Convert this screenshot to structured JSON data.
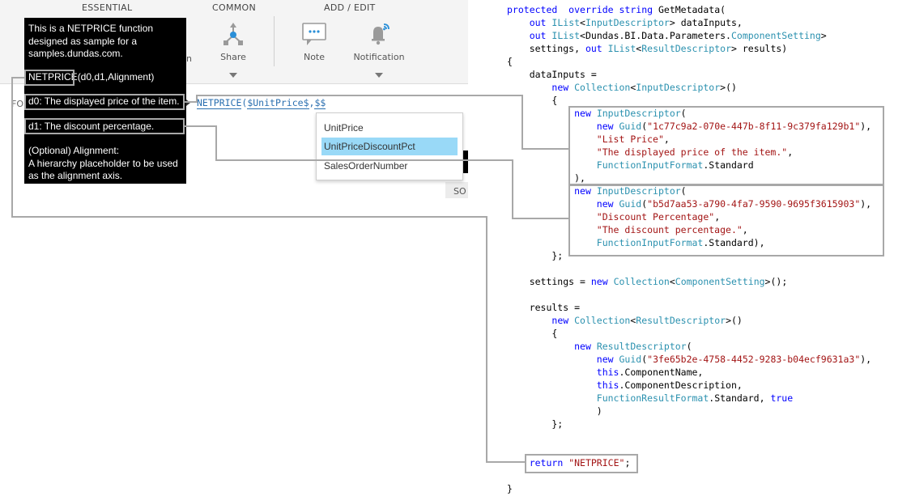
{
  "ribbon": {
    "groups": [
      "ESSENTIAL",
      "COMMON",
      "ADD / EDIT"
    ],
    "buttons": {
      "share": "Share",
      "note": "Note",
      "notification": "Notification",
      "partial": "n"
    }
  },
  "formula_bar": {
    "label": "FO",
    "text_fn": "NETPRICE",
    "text_paren": "(",
    "text_arg": "$UnitPrice$",
    "text_comma": ",",
    "text_partial": "$$"
  },
  "tooltip": {
    "description": [
      "This is a NETPRICE function",
      "designed as sample for a",
      "samples.dundas.com."
    ],
    "sig_fn": "NETPRICE",
    "sig_rest": "(d0,d1,Alignment)",
    "param0": "d0: The displayed price of the item.",
    "param1": "d1: The discount percentage.",
    "optional": [
      "(Optional) Alignment:",
      "A hierarchy placeholder to be used",
      "as the alignment axis."
    ]
  },
  "autocomplete": {
    "items": [
      "UnitPrice",
      "UnitPriceDiscountPct",
      "SalesOrderNumber"
    ],
    "selected_index": 1
  },
  "partial_label": "SO",
  "code": {
    "lines": [
      [
        [
          "kw",
          "protected"
        ],
        [
          "",
          "  "
        ],
        [
          "kw",
          "override"
        ],
        [
          "",
          " "
        ],
        [
          "kw",
          "string"
        ],
        [
          "",
          " GetMetadata("
        ]
      ],
      [
        [
          "",
          "    "
        ],
        [
          "kw",
          "out"
        ],
        [
          "",
          " "
        ],
        [
          "ty",
          "IList"
        ],
        [
          "",
          "<"
        ],
        [
          "ty",
          "InputDescriptor"
        ],
        [
          "",
          "> dataInputs,"
        ]
      ],
      [
        [
          "",
          "    "
        ],
        [
          "kw",
          "out"
        ],
        [
          "",
          " "
        ],
        [
          "ty",
          "IList"
        ],
        [
          "",
          "<Dundas.BI.Data.Parameters."
        ],
        [
          "ty",
          "ComponentSetting"
        ],
        [
          "",
          ">"
        ]
      ],
      [
        [
          "",
          "    settings, "
        ],
        [
          "kw",
          "out"
        ],
        [
          "",
          " "
        ],
        [
          "ty",
          "IList"
        ],
        [
          "",
          "<"
        ],
        [
          "ty",
          "ResultDescriptor"
        ],
        [
          "",
          "> results)"
        ]
      ],
      [
        [
          "",
          "{"
        ]
      ],
      [
        [
          "",
          "    dataInputs ="
        ]
      ],
      [
        [
          "",
          "        "
        ],
        [
          "kw",
          "new"
        ],
        [
          "",
          " "
        ],
        [
          "ty",
          "Collection"
        ],
        [
          "",
          "<"
        ],
        [
          "ty",
          "InputDescriptor"
        ],
        [
          "",
          ">()"
        ]
      ],
      [
        [
          "",
          "        {"
        ]
      ],
      [
        [
          "",
          "            "
        ],
        [
          "kw",
          "new"
        ],
        [
          "",
          " "
        ],
        [
          "ty",
          "InputDescriptor"
        ],
        [
          "",
          "("
        ]
      ],
      [
        [
          "",
          "                "
        ],
        [
          "kw",
          "new"
        ],
        [
          "",
          " "
        ],
        [
          "ty",
          "Guid"
        ],
        [
          "",
          "("
        ],
        [
          "st",
          "\"1c77c9a2-070e-447b-8f11-9c379fa129b1\""
        ],
        [
          "",
          "),"
        ]
      ],
      [
        [
          "",
          "                "
        ],
        [
          "st",
          "\"List Price\""
        ],
        [
          "",
          ","
        ]
      ],
      [
        [
          "",
          "                "
        ],
        [
          "st",
          "\"The displayed price of the item.\""
        ],
        [
          "",
          ","
        ]
      ],
      [
        [
          "",
          "                "
        ],
        [
          "ty",
          "FunctionInputFormat"
        ],
        [
          "",
          ".Standard"
        ]
      ],
      [
        [
          "",
          "            ),"
        ]
      ],
      [
        [
          "",
          "            "
        ],
        [
          "kw",
          "new"
        ],
        [
          "",
          " "
        ],
        [
          "ty",
          "InputDescriptor"
        ],
        [
          "",
          "("
        ]
      ],
      [
        [
          "",
          "                "
        ],
        [
          "kw",
          "new"
        ],
        [
          "",
          " "
        ],
        [
          "ty",
          "Guid"
        ],
        [
          "",
          "("
        ],
        [
          "st",
          "\"b5d7aa53-a790-4fa7-9590-9695f3615903\""
        ],
        [
          "",
          "),"
        ]
      ],
      [
        [
          "",
          "                "
        ],
        [
          "st",
          "\"Discount Percentage\""
        ],
        [
          "",
          ","
        ]
      ],
      [
        [
          "",
          "                "
        ],
        [
          "st",
          "\"The discount percentage.\""
        ],
        [
          "",
          ","
        ]
      ],
      [
        [
          "",
          "                "
        ],
        [
          "ty",
          "FunctionInputFormat"
        ],
        [
          "",
          ".Standard),"
        ]
      ],
      [
        [
          "",
          "        };"
        ]
      ],
      [
        [
          "",
          ""
        ]
      ],
      [
        [
          "",
          "    settings = "
        ],
        [
          "kw",
          "new"
        ],
        [
          "",
          " "
        ],
        [
          "ty",
          "Collection"
        ],
        [
          "",
          "<"
        ],
        [
          "ty",
          "ComponentSetting"
        ],
        [
          "",
          ">();"
        ]
      ],
      [
        [
          "",
          ""
        ]
      ],
      [
        [
          "",
          "    results ="
        ]
      ],
      [
        [
          "",
          "        "
        ],
        [
          "kw",
          "new"
        ],
        [
          "",
          " "
        ],
        [
          "ty",
          "Collection"
        ],
        [
          "",
          "<"
        ],
        [
          "ty",
          "ResultDescriptor"
        ],
        [
          "",
          ">()"
        ]
      ],
      [
        [
          "",
          "        {"
        ]
      ],
      [
        [
          "",
          "            "
        ],
        [
          "kw",
          "new"
        ],
        [
          "",
          " "
        ],
        [
          "ty",
          "ResultDescriptor"
        ],
        [
          "",
          "("
        ]
      ],
      [
        [
          "",
          "                "
        ],
        [
          "kw",
          "new"
        ],
        [
          "",
          " "
        ],
        [
          "ty",
          "Guid"
        ],
        [
          "",
          "("
        ],
        [
          "st",
          "\"3fe65b2e-4758-4452-9283-b04ecf9631a3\""
        ],
        [
          "",
          "),"
        ]
      ],
      [
        [
          "",
          "                "
        ],
        [
          "kw",
          "this"
        ],
        [
          "",
          ".ComponentName,"
        ]
      ],
      [
        [
          "",
          "                "
        ],
        [
          "kw",
          "this"
        ],
        [
          "",
          ".ComponentDescription,"
        ]
      ],
      [
        [
          "",
          "                "
        ],
        [
          "ty",
          "FunctionResultFormat"
        ],
        [
          "",
          ".Standard, "
        ],
        [
          "kw",
          "true"
        ]
      ],
      [
        [
          "",
          "                )"
        ]
      ],
      [
        [
          "",
          "        };"
        ]
      ],
      [
        [
          "",
          ""
        ]
      ],
      [
        [
          "",
          ""
        ]
      ],
      [
        [
          "",
          "    "
        ],
        [
          "kw",
          "return"
        ],
        [
          "",
          " "
        ],
        [
          "st",
          "\"NETPRICE\""
        ],
        [
          "",
          ";"
        ]
      ],
      [
        [
          "",
          ""
        ]
      ],
      [
        [
          "",
          "}"
        ]
      ]
    ]
  },
  "colors": {
    "keyword": "#0000ff",
    "type": "#2b91af",
    "string": "#a31515",
    "highlight_box": "#a8a8a8",
    "selected_item": "#99d9f7"
  }
}
